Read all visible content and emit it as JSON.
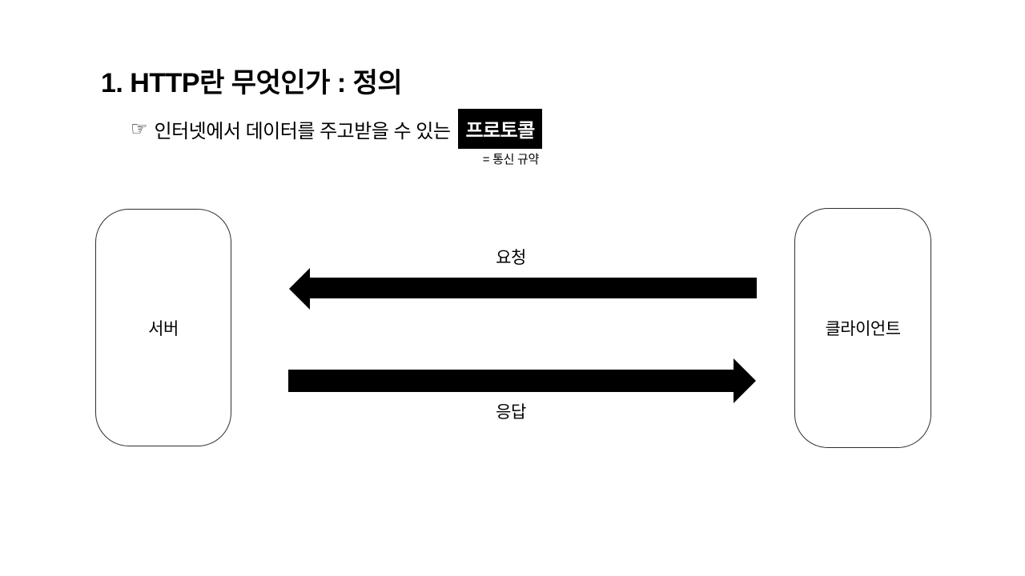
{
  "slide": {
    "title": "1. HTTP란 무엇인가 : 정의",
    "definition": {
      "pointer_icon": "☞",
      "text": "인터넷에서 데이터를 주고받을 수 있는",
      "highlight": "프로토콜",
      "note": "= 통신 규약"
    },
    "diagram": {
      "server_label": "서버",
      "client_label": "클라이언트",
      "request_label": "요청",
      "response_label": "응답"
    },
    "colors": {
      "background": "#ffffff",
      "foreground": "#000000",
      "highlight_bg": "#000000",
      "highlight_fg": "#ffffff",
      "box_border": "#2f2f2f",
      "arrow": "#000000"
    }
  }
}
